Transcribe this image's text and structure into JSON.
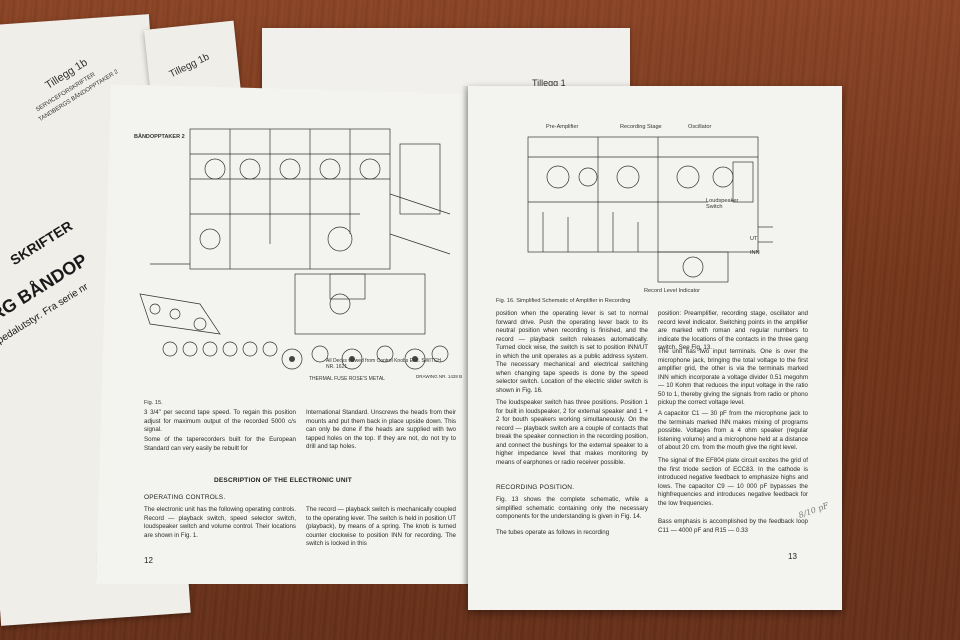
{
  "background_sheets": {
    "tillegg_1b_title": "Tillegg 1b",
    "tillegg_1b_sub": "SERVICEFORSKRIFTER",
    "tillegg_1b_sub2": "TANDBERGS BÅNDOPPTAKER 2",
    "tillegg_1_title": "Tillegg 1",
    "spine_line1": "SKRIFTER",
    "spine_line2": "RG BÅNDOP",
    "spine_line3": "ed pedalutstyr. Fra serie nr"
  },
  "left_page": {
    "schematic_title": "BÅNDOPPTAKER 2",
    "fig_caption": "Fig. 15.",
    "col1_para": "3 3/4\" per second tape speed. To regain this position adjust for maximum output of the recorded 5000 c/s signal.",
    "col1_para2": "Some of the taperecorders built for the European Standard can very easily be rebuilt for",
    "col2_para": "International Standard. Unscrews the heads from their mounts and put them back in place upside down. This can only be done if the heads are supplied with two tapped holes on the top. If they are not, do not try to drill and tap holes.",
    "section_title": "DESCRIPTION OF THE ELECTRONIC UNIT",
    "subsection": "OPERATING CONTROLS.",
    "col1_para3": "The electronic unit has the following operating controls. Record — playback switch, speed selector switch, loudspeaker switch and volume control. Their locations are shown in Fig. 1.",
    "col2_para3": "The record — playback switch is mechanically coupled to the operating lever. The switch is held in position UT (playback), by means of a spring. The knob is turned counter clockwise to position INN for recording. The switch is locked in this",
    "page_number": "12",
    "drawing_note": "DRAWING NR. 1428 B",
    "switch_note": "All Decks viewed from Control Knobs End. SWITCH NR. 1621",
    "thermal_note": "THERMAL FUSE ROSE'S METAL"
  },
  "right_page": {
    "label_pre_amp": "Pre-Amplifier",
    "label_rec_stage": "Recording Stage",
    "label_oscillator": "Oscillator",
    "label_ut": "UT",
    "label_inn": "INN",
    "label_rec_level": "Record Level Indicator",
    "label_speaker_switch": "Loudspeaker Switch",
    "fig_caption": "Fig. 16. Simplified Schematic of Amplifier in Recording",
    "col1_para": "position when the operating lever is set to normal forward drive. Push the operating lever back to its neutral position when recording is finished, and the record — playback switch releases automatically. Turned clock wise, the switch is set to position INN/UT in which the unit operates as a public address system. The necessary mechanical and electrical switching when changing tape speeds is done by the speed selector switch. Location of the electric slider switch is shown in Fig. 16.",
    "col1_para2": "The loudspeaker switch has three positions. Position 1 for built in loudspeaker, 2 for external speaker and 1 + 2 for bouth speakers working simultaneously. On the record — playback switch are a couple of contacts that break the speaker connection in the recording position, and connect the bushings for the external speaker to a higher impedance level that makes monitoring by means of earphones or radio receiver possible.",
    "subsection": "RECORDING POSITION.",
    "col1_para3": "Fig. 13 shows the complete schematic, while a simplified schematic containing only the necessary components for the understanding is given in Fig. 14.",
    "col1_para4": "The tubes operate as follows in recording",
    "col2_para": "position: Preamplifier, recording stage, oscillator and record level indicator. Switching points in the amplifier are marked with roman and regular numbers to indicate the locations of the contacts in the three gang switch. See Fig. 13.",
    "col2_para2": "The unit has two input terminals. One is over the microphone jack, bringing the total voltage to the first amplifier grid, the other is via the terminals marked INN which incorporate a voltage divider 0.51 megohm — 10 Kohm that reduces the input voltage in the ratio 50 to 1, thereby giving the signals from radio or phono pickup the correct voltage level.",
    "col2_para3": "A capacitor C1 — 30 pF from the microphone jack to the terminals marked INN makes mixing of programs possible. Voltages from a 4 ohm speaker (regular listening volume) and a microphone held at a distance of about 20 cm. from the mouth give the right level.",
    "col2_para4": "The signal of the EF804 plate circuit excites the grid of the first triode section of ECC83. In the cathode is introduced negative feedback to emphasize highs and lows. The capacitor C9 — 10 000 pF bypasses the highfrequencies and introduces negative feedback for the low frequencies.",
    "col2_para5": "Bass emphasis is accomplished by the feedback loop C11 — 4000 pF and R15 — 0.33",
    "page_number": "13",
    "pencil_note": "8/10 pF"
  }
}
